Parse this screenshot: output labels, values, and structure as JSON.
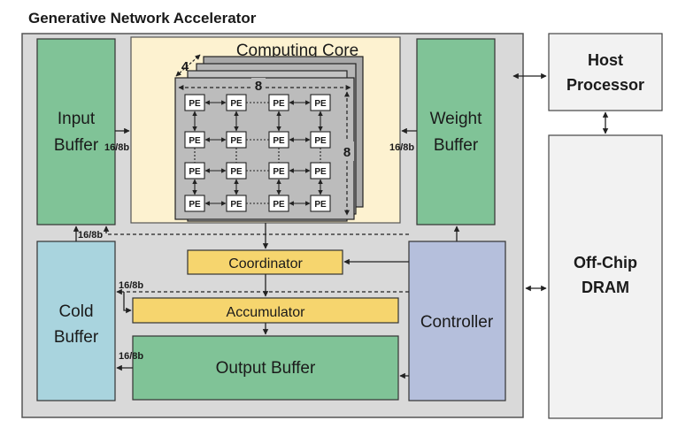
{
  "title": "Generative Network Accelerator",
  "blocks": {
    "input_buffer": [
      "Input",
      "Buffer"
    ],
    "weight_buffer": [
      "Weight",
      "Buffer"
    ],
    "computing_core": "Computing Core",
    "coordinator": "Coordinator",
    "accumulator": "Accumulator",
    "cold_buffer": [
      "Cold",
      "Buffer"
    ],
    "output_buffer": "Output Buffer",
    "controller": "Controller",
    "host_processor": [
      "Host",
      "Processor"
    ],
    "dram": [
      "Off-Chip",
      "DRAM"
    ]
  },
  "pe_label": "PE",
  "array": {
    "depth_label": "4",
    "width_label": "8",
    "height_label": "8"
  },
  "bitwidth_label": "16/8b",
  "colors": {
    "chip_bg": "#d9d9d9",
    "green_buffer": "#80c397",
    "core_bg": "#fdf2d0",
    "yellow_unit": "#f6d56e",
    "cold_buffer": "#a9d4de",
    "controller": "#b5bfdc",
    "off_chip": "#f2f2f2"
  }
}
